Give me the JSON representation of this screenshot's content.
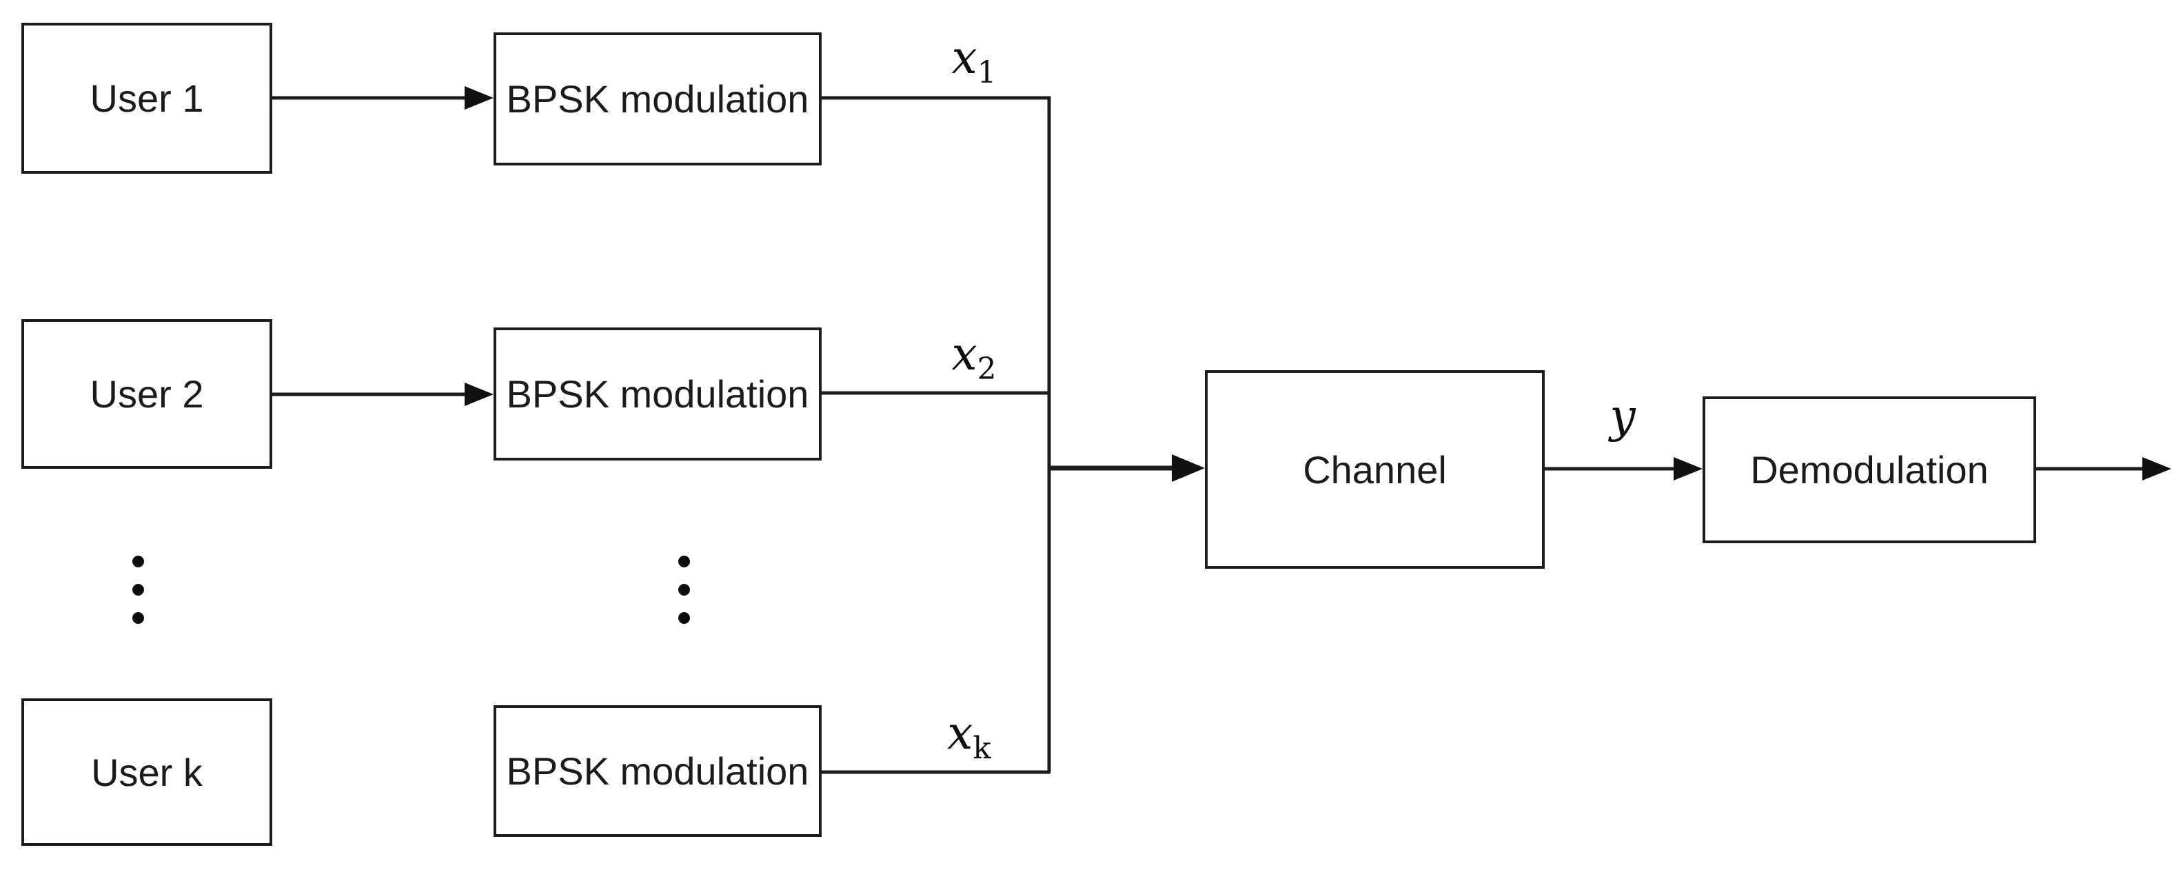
{
  "diagram": {
    "colors": {
      "background": "#ffffff",
      "line": "#1c1c1c",
      "text": "#1b1b1b"
    },
    "boxes": {
      "user1": {
        "label": "User 1"
      },
      "user2": {
        "label": "User 2"
      },
      "userk": {
        "label": "User k"
      },
      "bpsk1": {
        "label": "BPSK modulation"
      },
      "bpsk2": {
        "label": "BPSK modulation"
      },
      "bpsk3": {
        "label": "BPSK modulation"
      },
      "channel": {
        "label": "Channel"
      },
      "demodulation": {
        "label": "Demodulation"
      }
    },
    "signals": {
      "x1": {
        "base": "x",
        "sub": "1"
      },
      "x2": {
        "base": "x",
        "sub": "2"
      },
      "xk": {
        "base": "x",
        "sub": "k"
      },
      "y": {
        "base": "y",
        "sub": ""
      }
    },
    "icons": {
      "vertical_ellipsis": "⋮"
    }
  }
}
